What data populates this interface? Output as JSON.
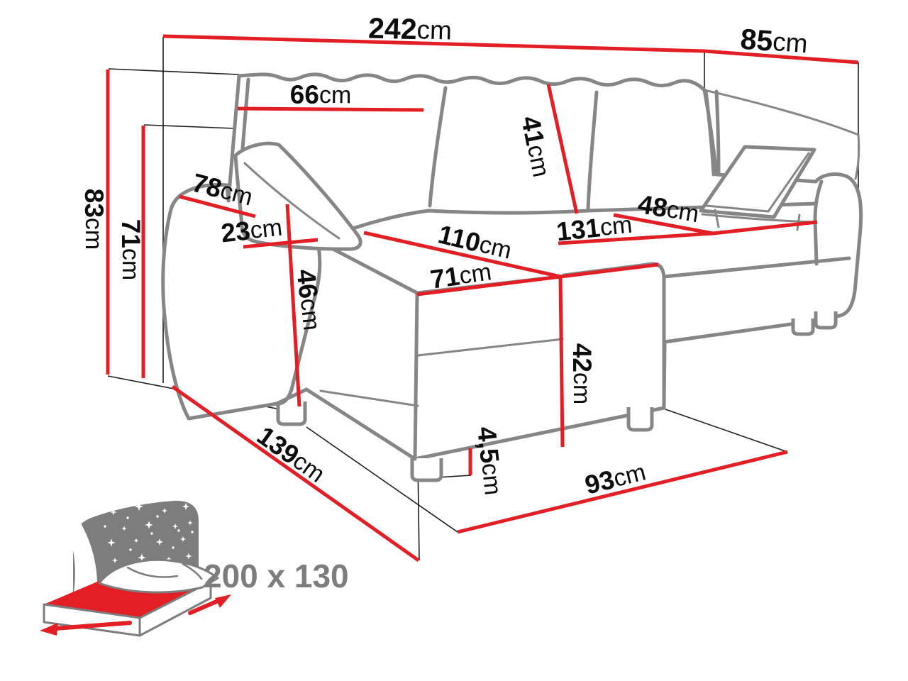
{
  "diagram": {
    "type": "corner-sofa-dimension-diagram",
    "unit": "cm",
    "colors": {
      "dimension_red": "#e31e24",
      "sofa_gray": "#868686",
      "label_black": "#0d0d0d",
      "icon_gray": "#7d7d7d"
    },
    "dims": {
      "total_width": {
        "value": "242",
        "unit": "cm"
      },
      "total_depth": {
        "value": "85",
        "unit": "cm"
      },
      "back_cushion_width": {
        "value": "66",
        "unit": "cm"
      },
      "back_cushion_height": {
        "value": "41",
        "unit": "cm"
      },
      "total_height": {
        "value": "83",
        "unit": "cm"
      },
      "backrest_height": {
        "value": "71",
        "unit": "cm"
      },
      "armrest_length": {
        "value": "78",
        "unit": "cm"
      },
      "armrest_width": {
        "value": "23",
        "unit": "cm"
      },
      "armrest_height": {
        "value": "46",
        "unit": "cm"
      },
      "chaise_length": {
        "value": "110",
        "unit": "cm"
      },
      "chaise_front_width": {
        "value": "71",
        "unit": "cm"
      },
      "seat_length": {
        "value": "131",
        "unit": "cm"
      },
      "seat_depth": {
        "value": "48",
        "unit": "cm"
      },
      "seat_height": {
        "value": "42",
        "unit": "cm"
      },
      "leg_height": {
        "value": "4,5",
        "unit": "cm"
      },
      "floor_depth": {
        "value": "139",
        "unit": "cm"
      },
      "floor_front_width": {
        "value": "93",
        "unit": "cm"
      }
    },
    "sleeping_area": {
      "size_label": "200 x 130"
    }
  }
}
